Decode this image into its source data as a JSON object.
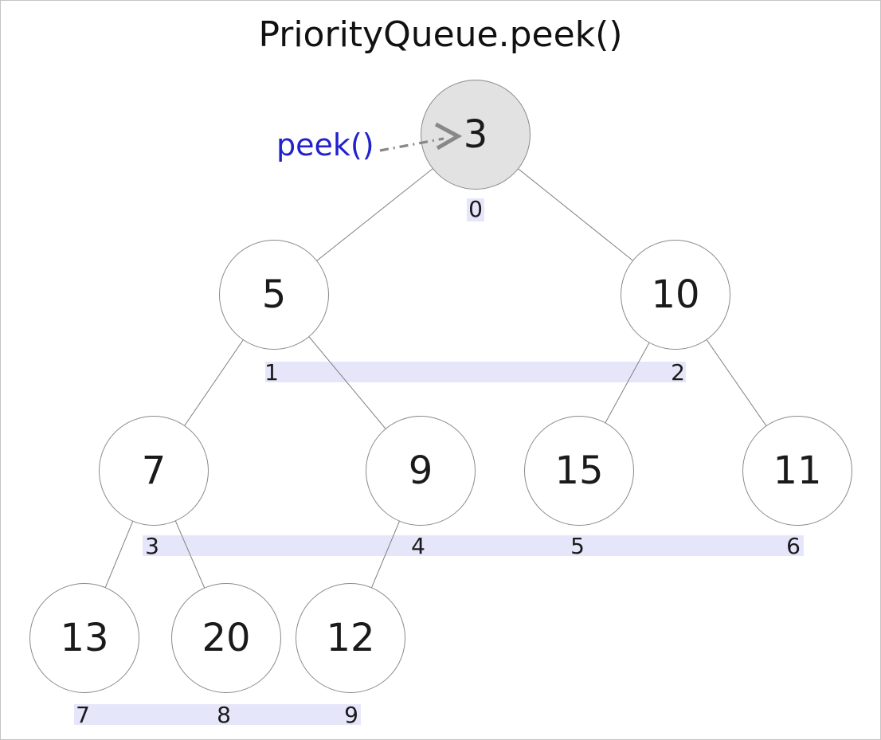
{
  "title": "PriorityQueue.peek()",
  "annotation": {
    "label": "peek()",
    "color": "#2222cc"
  },
  "colors": {
    "band_background": "#e6e6fa",
    "node_fill": "#ffffff",
    "root_node_fill": "#e2e2e2",
    "node_border": "#8a8a8a",
    "edge_line": "#808080",
    "arrow": "#888888",
    "node_text": "#1a1a1a"
  },
  "tree": {
    "nodes": [
      {
        "value": "3",
        "index": "0",
        "root": true
      },
      {
        "value": "5",
        "index": "1"
      },
      {
        "value": "10",
        "index": "2"
      },
      {
        "value": "7",
        "index": "3"
      },
      {
        "value": "9",
        "index": "4"
      },
      {
        "value": "15",
        "index": "5"
      },
      {
        "value": "11",
        "index": "6"
      },
      {
        "value": "13",
        "index": "7"
      },
      {
        "value": "20",
        "index": "8"
      },
      {
        "value": "12",
        "index": "9"
      }
    ],
    "edges": [
      [
        0,
        1
      ],
      [
        0,
        2
      ],
      [
        1,
        3
      ],
      [
        1,
        4
      ],
      [
        2,
        5
      ],
      [
        2,
        6
      ],
      [
        3,
        7
      ],
      [
        3,
        8
      ],
      [
        4,
        9
      ]
    ]
  }
}
